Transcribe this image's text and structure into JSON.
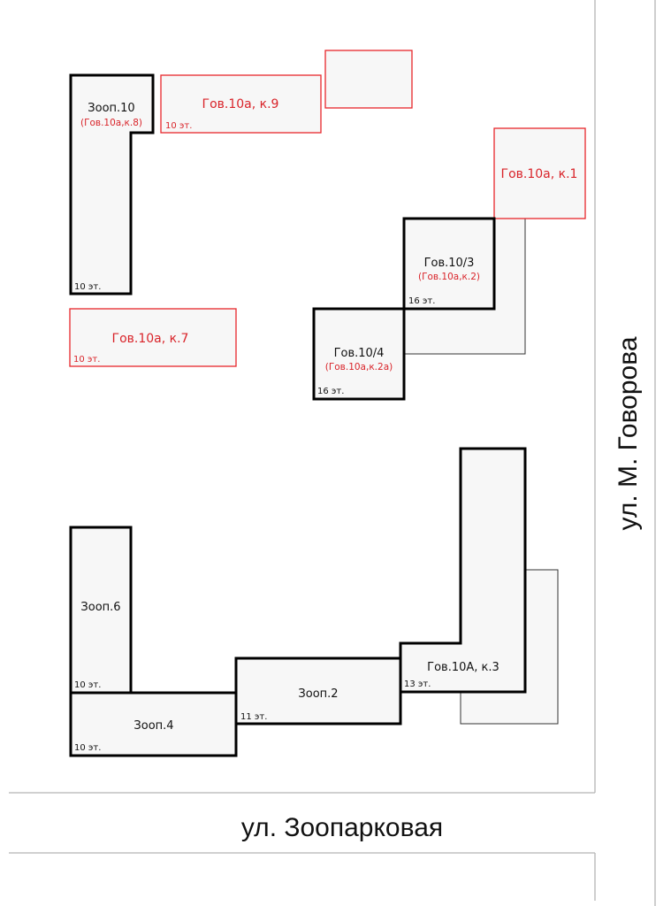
{
  "streets": {
    "bottom": "ул. Зоопарковая",
    "right": "ул. М. Говорова"
  },
  "colors": {
    "existing_outline": "#000000",
    "planned_outline": "#e8262b",
    "planned_text": "#d9242a",
    "building_fill": "#f7f7f7",
    "road_line": "#b4b4b4"
  },
  "buildings": {
    "zoop10": {
      "name": "Зооп.10",
      "alt": "(Гов.10а,к.8)",
      "floors": "10 эт."
    },
    "gov10a_k9": {
      "name": "Гов.10а, к.9",
      "floors": "10 эт."
    },
    "gov10a_k1": {
      "name": "Гов.10а, к.1"
    },
    "gov10_3": {
      "name": "Гов.10/3",
      "alt": "(Гов.10а,к.2)",
      "floors": "16 эт."
    },
    "gov10_4": {
      "name": "Гов.10/4",
      "alt": "(Гов.10а,к.2а)",
      "floors": "16 эт."
    },
    "gov10a_k7": {
      "name": "Гов.10а, к.7",
      "floors": "10 эт."
    },
    "zoop6": {
      "name": "Зооп.6",
      "floors": "10 эт."
    },
    "zoop4": {
      "name": "Зооп.4",
      "floors": "10 эт."
    },
    "zoop2": {
      "name": "Зооп.2",
      "floors": "11 эт."
    },
    "gov10A_k3": {
      "name": "Гов.10А, к.3",
      "floors": "13 эт."
    }
  }
}
